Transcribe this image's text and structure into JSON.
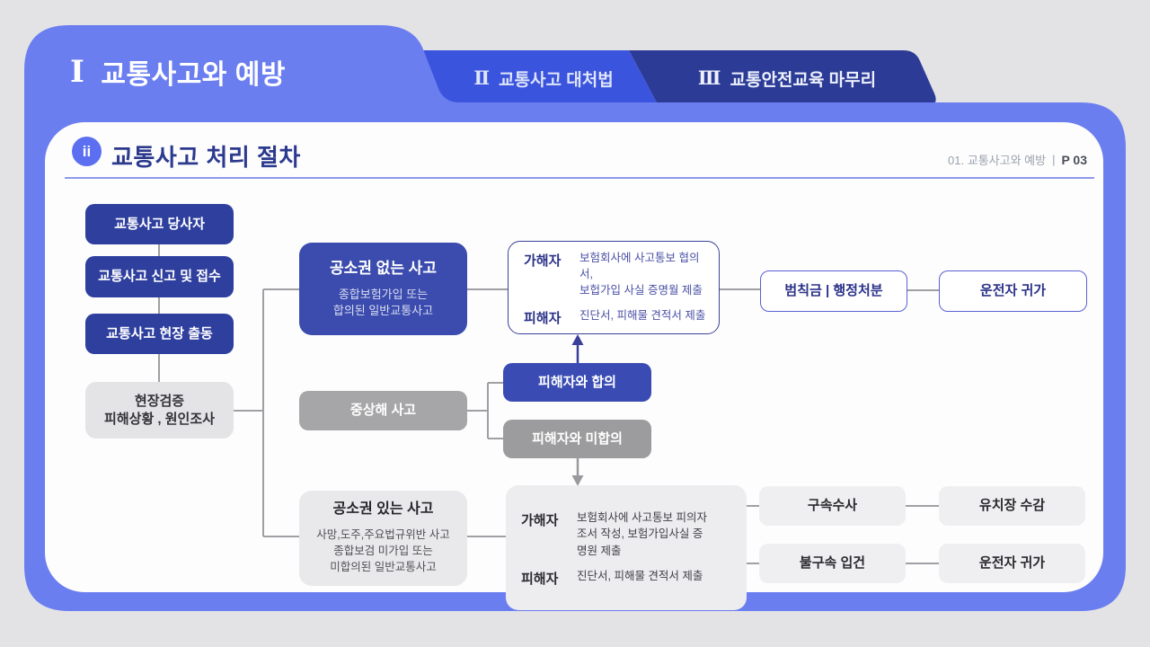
{
  "header": {
    "tabs": [
      {
        "numeral": "Ⅰ",
        "label": "교통사고와 예방",
        "active": true
      },
      {
        "numeral": "Ⅱ",
        "label": "교통사고 대처법",
        "active": false
      },
      {
        "numeral": "Ⅲ",
        "label": "교통안전교육 마무리",
        "active": false
      }
    ]
  },
  "title_bar": {
    "badge": "ii",
    "title": "교통사고 처리 절차",
    "meta_section": "01. 교통사고와 예방",
    "meta_divider": "|",
    "meta_page": "P 03"
  },
  "flow": {
    "left_steps": [
      "교통사고 당사자",
      "교통사고 신고 및 접수",
      "교통사고 현장 출동"
    ],
    "inspection": {
      "line1": "현장검증",
      "line2": "피해상황 , 원인조사"
    },
    "no_prosecution": {
      "title": "공소권 없는 사고",
      "desc1": "종합보험가입 또는",
      "desc2": "합의된 일반교통사고"
    },
    "detail_top": {
      "offender_label": "가해자",
      "offender_text1": "보험회사에 사고통보 협의서,",
      "offender_text2": "보헙가입 사실 증명월 제출",
      "victim_label": "피해자",
      "victim_text": "진단서, 피해물 견적서 제출"
    },
    "fine": "범칙금  |  행정처분",
    "driver_home_top": "운전자 귀가",
    "serious": "중상해 사고",
    "agree": "피해자와 합의",
    "disagree": "피해자와 미합의",
    "prosecution": {
      "title": "공소권 있는 사고",
      "desc1": "사망,도주,주요법규위반 사고",
      "desc2": "종합보검 미가입 또는",
      "desc3": "미합의된 일반교통사고"
    },
    "detail_bottom": {
      "offender_label": "가해자",
      "offender_text1": "보험회사에 사고통보 피의자",
      "offender_text2": "조서 작성, 보험가입사실 증",
      "offender_text3": "명원 제출",
      "victim_label": "피해자",
      "victim_text": "진단서, 피해물 견적서 제출"
    },
    "custody": "구속수사",
    "jail": "유치장 수감",
    "no_custody": "불구속 입건",
    "driver_home_bottom": "운전자 귀가"
  },
  "colors": {
    "page_background": "#e3e3e5",
    "primary_blue": "#6b7ef0",
    "tab2_blue": "#3a54dd",
    "tab3_navy": "#2c3c96",
    "title_navy": "#2c3a8e",
    "box_navy": "#2e3f9e",
    "box_blue": "#3c4cae",
    "box_gray": "#a6a6a8",
    "box_lightgray": "#e9e9ec",
    "outline_border": "#5a60d2",
    "connector_gray": "#a0a0a4",
    "arrow_navy": "#3a3f99"
  }
}
